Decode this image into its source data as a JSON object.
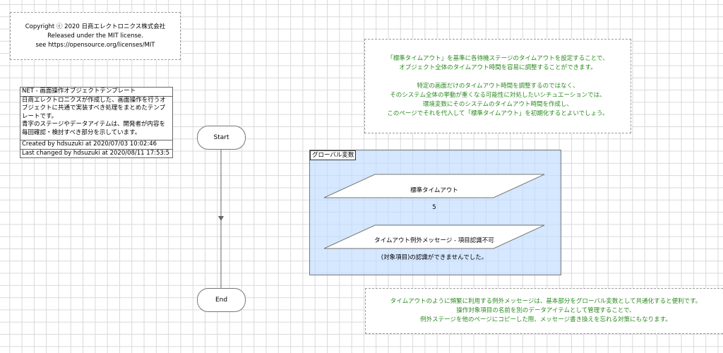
{
  "copyright_note": {
    "lines": [
      "Copyright ⓒ 2020 日商エレクトロニクス株式会社",
      "Released under the MIT license.",
      "see https://opensource.org/licenses/MIT"
    ]
  },
  "info": {
    "title": "NET - 画面操作オブジェクトテンプレート",
    "description": "日商エレクトロニクスが作成した、画面操作を行うオブジェクトに共通で実装すべき処理をまとめたテンプレートです。\n青字のステージやデータアイテムは、開発者が内容を毎回確認・検討すべき部分を示しています。",
    "created": "Created by hdsuzuki at 2020/07/03 10:02:46",
    "changed": "Last changed by hdsuzuki at 2020/08/11 17:53:5"
  },
  "flow": {
    "start": "Start",
    "end": "End"
  },
  "note_top": "「標準タイムアウト」を基準に各待機ステージのタイムアウトを設定することで、\nオブジェクト全体のタイムアウト時間を容易に調整することができます。\n\n特定の画面だけのタイムアウト時間を調整するのではなく、\nそのシステム全体の挙動が重くなる可能性に対処したいシチュエーションでは、\n環境変数にそのシステムのタイムアウト時間を作成し、\nこのページでそれを代入して「標準タイムアウト」を初期化するとよいでしょう。",
  "block": {
    "label": "グローバル変数",
    "items": [
      {
        "name": "標準タイムアウト",
        "value": "5"
      },
      {
        "name": "タイムアウト例外メッセージ - 項目認識不可",
        "value": "(対象項目)の認識ができませんでした。"
      }
    ]
  },
  "note_bottom": "タイムアウトのように頻繁に利用する例外メッセージは、基本部分をグローバル変数として共通化すると便利です。\n操作対象項目の名前を別のデータアイテムとして管理することで、\n例外ステージを他のページにコピーした際、メッセージ書き換えを忘れる対策にもなります。",
  "colors": {
    "note_text": "#2a8a1e",
    "block_fill": "#cfe5ff"
  }
}
